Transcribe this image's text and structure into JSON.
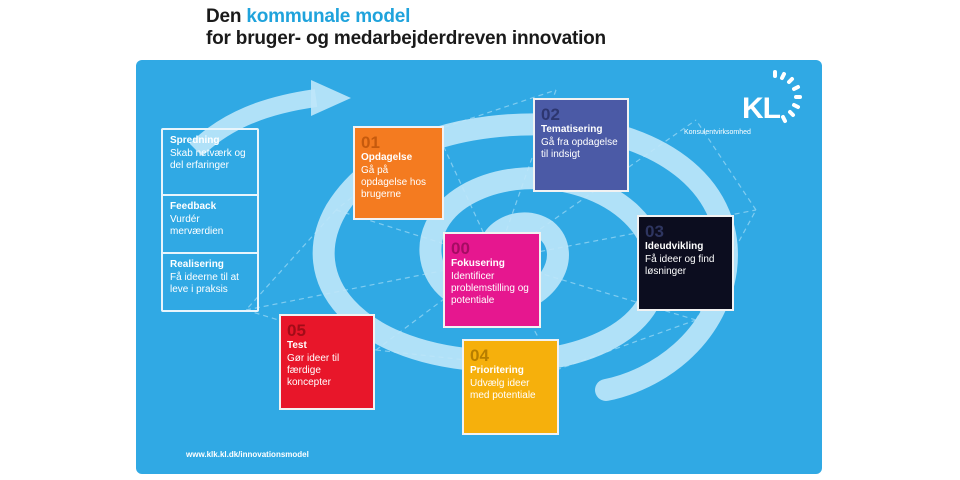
{
  "title": {
    "line1_prefix": "Den ",
    "line1_accent": "kommunale model",
    "line2": "for bruger- og medarbejderdreven innovation"
  },
  "steps": [
    {
      "number": "01",
      "name": "Opdagelse",
      "description": "Gå på opdagelse hos brugerne",
      "color": "#f47b20"
    },
    {
      "number": "02",
      "name": "Tematisering",
      "description": "Gå fra opdagelse til indsigt",
      "color": "#4b5aa6"
    },
    {
      "number": "03",
      "name": "Ideudvikling",
      "description": "Få ideer og find løsninger",
      "color": "#0c0d1f"
    },
    {
      "number": "04",
      "name": "Prioritering",
      "description": "Udvælg ideer med potentiale",
      "color": "#f6b00c"
    },
    {
      "number": "05",
      "name": "Test",
      "description": "Gør ideer til færdige koncepter",
      "color": "#e8162a"
    },
    {
      "number": "00",
      "name": "Fokusering",
      "description": "Identificer problemstilling og potentiale",
      "color": "#e6178f"
    }
  ],
  "side_stages": [
    {
      "name": "Spredning",
      "description": "Skab netværk og del erfaringer"
    },
    {
      "name": "Feedback",
      "description": "Vurdér merværdien"
    },
    {
      "name": "Realisering",
      "description": "Få ideerne til at leve i praksis"
    }
  ],
  "logo": {
    "text": "KL",
    "subtitle": "Konsulentvirksomhed"
  },
  "url": "www.klk.kl.dk/innovationsmodel",
  "colors": {
    "panel": "#30a9e4",
    "accent": "#1fa3dc"
  }
}
